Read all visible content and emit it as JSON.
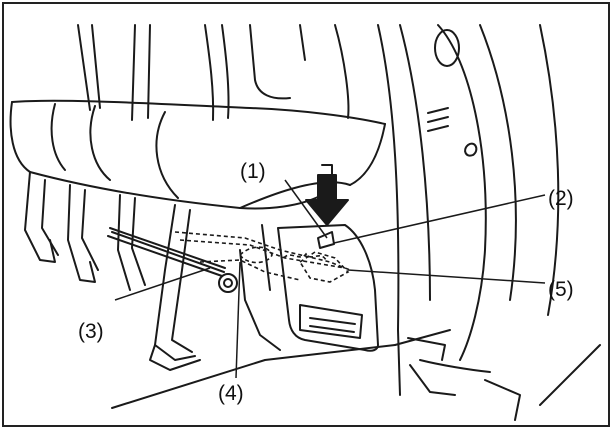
{
  "diagram": {
    "callouts": [
      {
        "id": "1",
        "label": "(1)"
      },
      {
        "id": "2",
        "label": "(2)"
      },
      {
        "id": "3",
        "label": "(3)"
      },
      {
        "id": "4",
        "label": "(4)"
      },
      {
        "id": "5",
        "label": "(5)"
      }
    ]
  },
  "colors": {
    "line": "#1a1a1a",
    "background": "#ffffff",
    "frame": "#222222"
  }
}
